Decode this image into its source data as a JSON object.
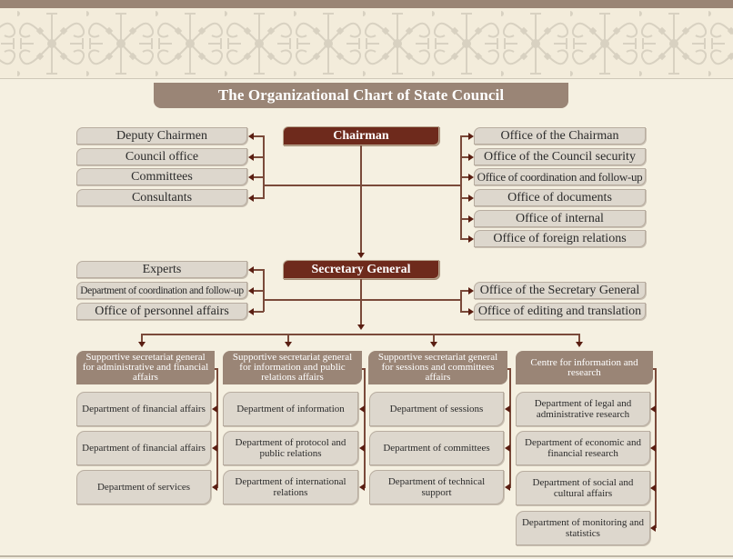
{
  "title": "The Organizational Chart of State Council",
  "chairman": {
    "label": "Chairman",
    "left": [
      "Deputy Chairmen",
      "Council office",
      "Committees",
      "Consultants"
    ],
    "right": [
      "Office of the Chairman",
      "Office of the Council security",
      "Office of coordination and follow-up",
      "Office of documents",
      "Office of internal",
      "Office of foreign relations"
    ]
  },
  "secretary_general": {
    "label": "Secretary General",
    "left": [
      "Experts",
      "Department of coordination and follow-up",
      "Office of personnel affairs"
    ],
    "right": [
      "Office of the Secretary General",
      "Office of editing and translation"
    ]
  },
  "columns": [
    {
      "header": "Supportive secretariat general for administrative and financial affairs",
      "items": [
        "Department of financial affairs",
        "Department of financial affairs",
        "Department of services"
      ]
    },
    {
      "header": "Supportive secretariat general for information and public relations affairs",
      "items": [
        "Department of information",
        "Department of protocol and public relations",
        "Department of international relations"
      ]
    },
    {
      "header": "Supportive secretariat general for sessions and committees affairs",
      "items": [
        "Department of sessions",
        "Department of committees",
        "Department of technical support"
      ]
    },
    {
      "header": "Centre for information and research",
      "items": [
        "Department of legal and administrative research",
        "Department of economic and financial research",
        "Department of social and cultural affairs",
        "Department of monitoring and statistics"
      ]
    }
  ],
  "colors": {
    "background": "#f5f0e1",
    "main_box": "#6e2a1c",
    "header_box": "#9a8576",
    "sub_box": "#ddd7cd",
    "connector": "#7a4a3a"
  }
}
